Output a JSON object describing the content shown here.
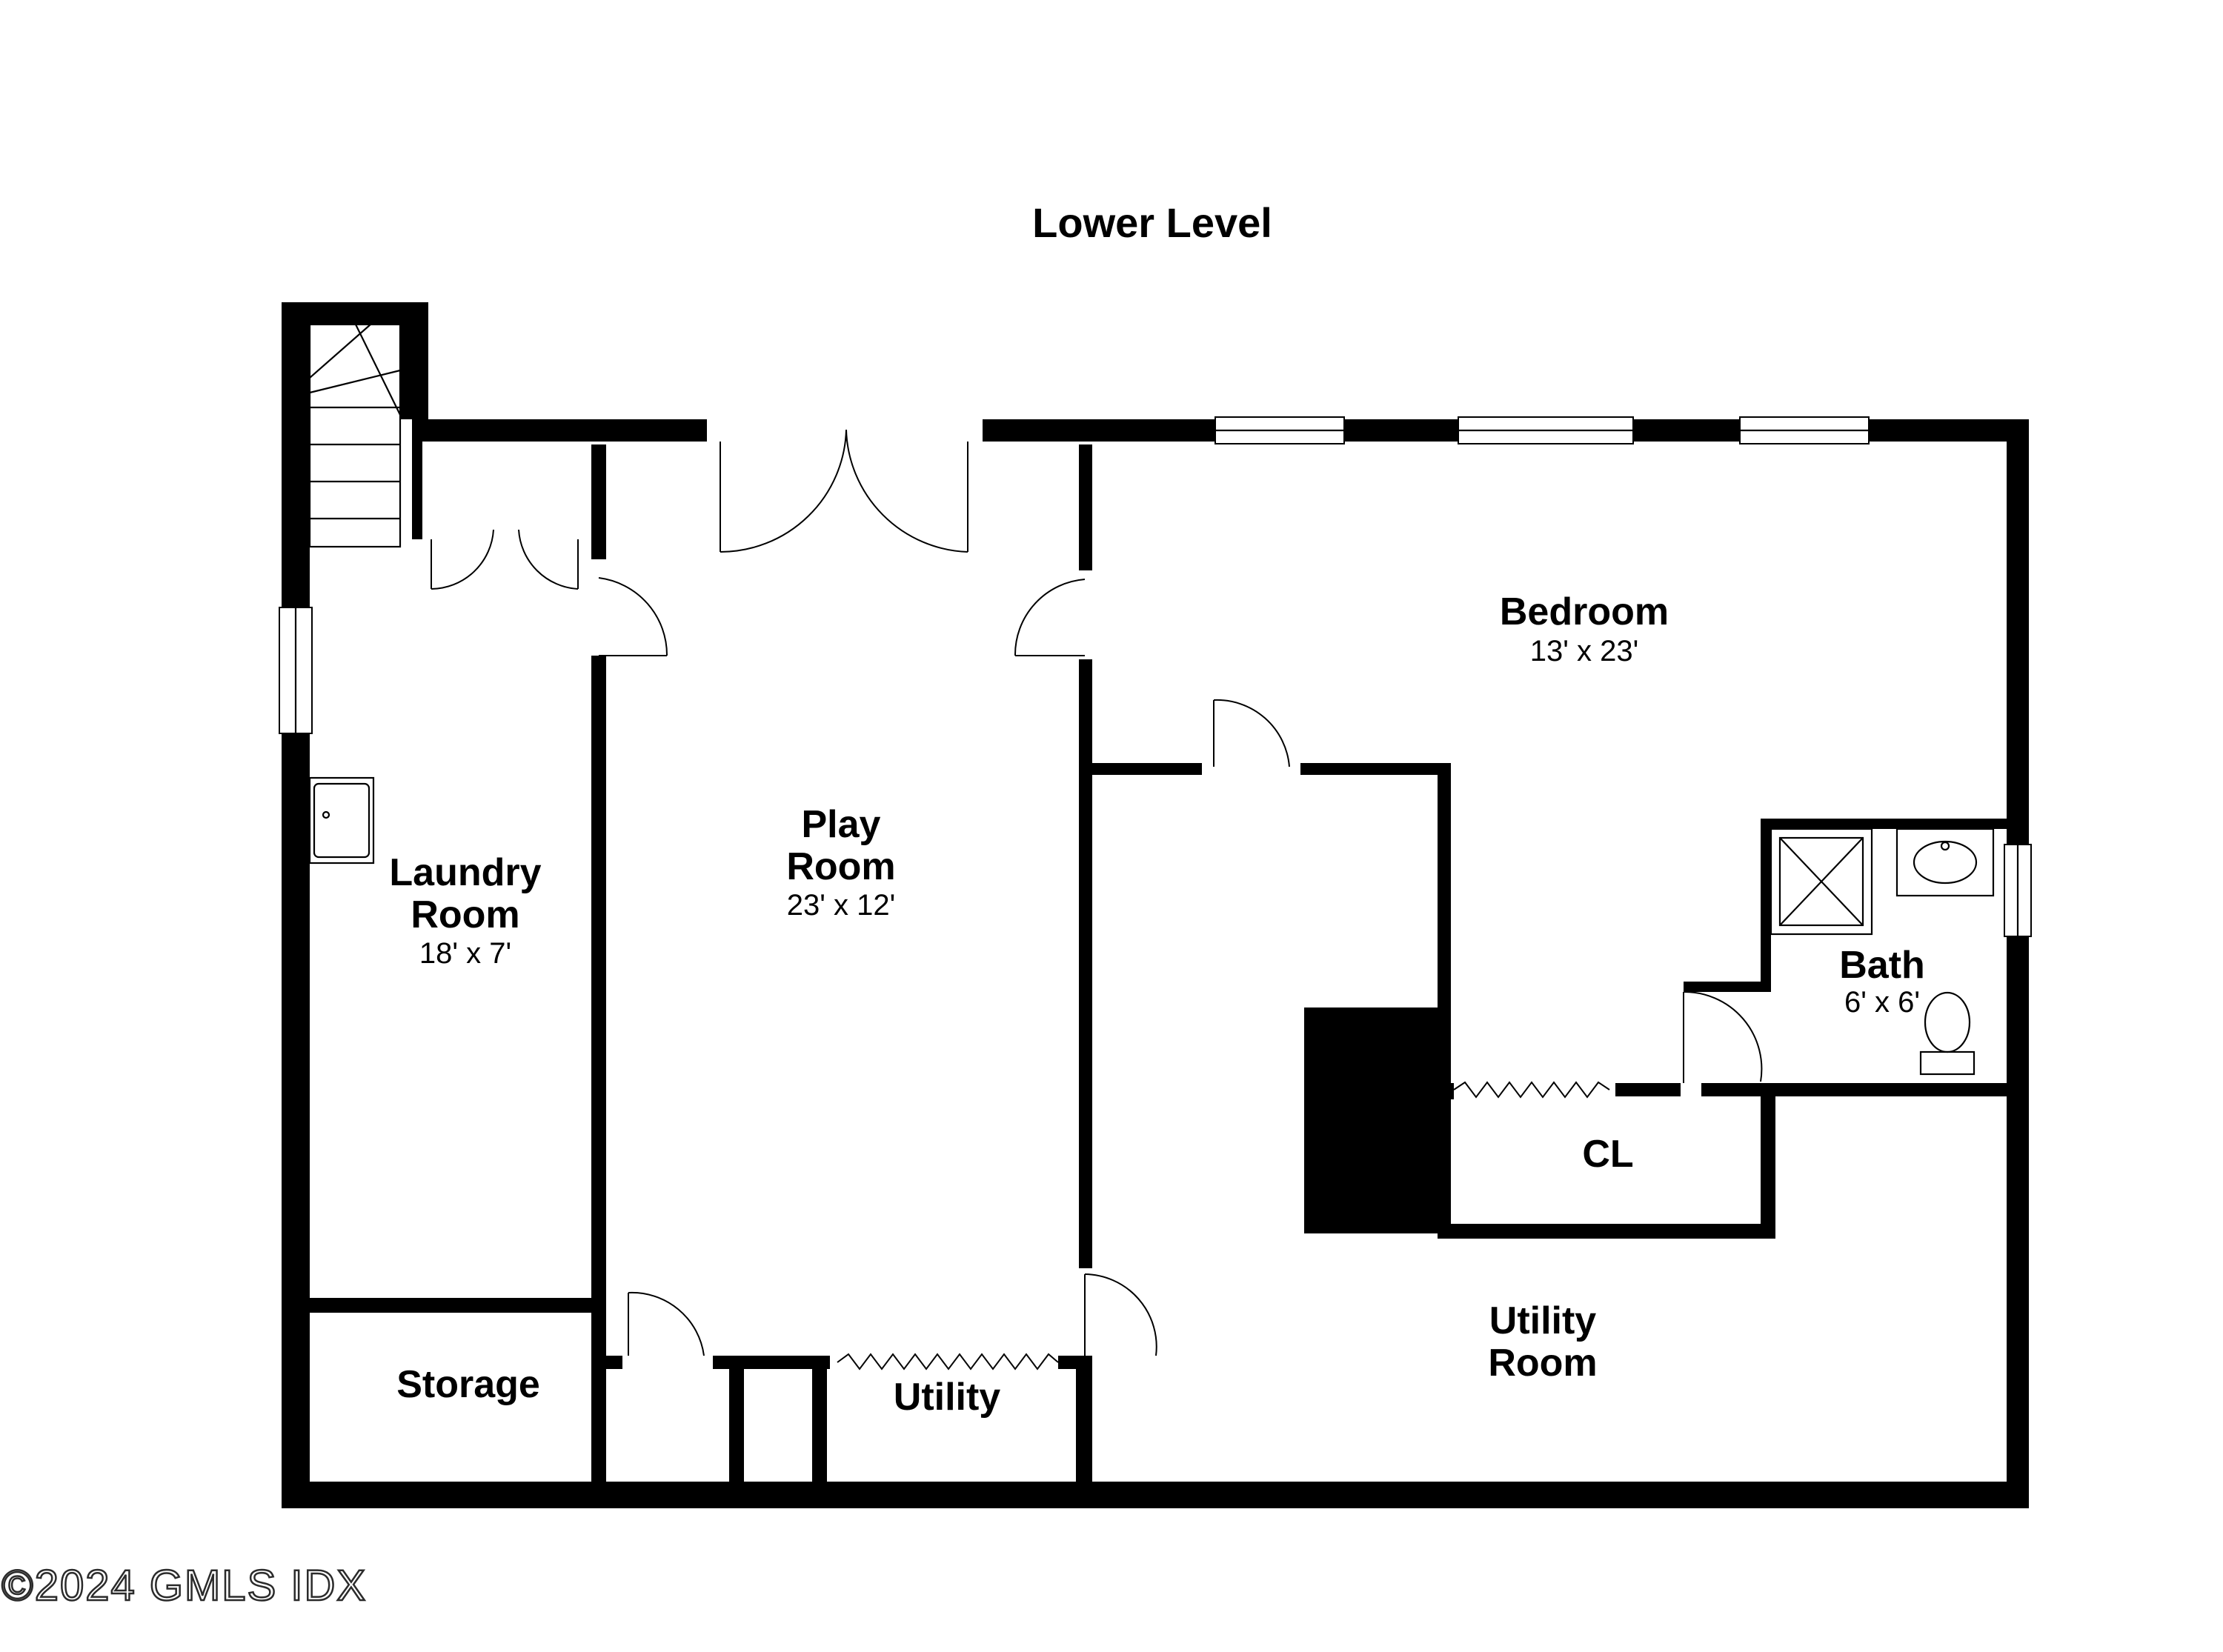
{
  "title": "Lower Level",
  "rooms": {
    "laundry": {
      "name_line1": "Laundry",
      "name_line2": "Room",
      "dimensions": "18' x 7'"
    },
    "play": {
      "name_line1": "Play",
      "name_line2": "Room",
      "dimensions": "23' x 12'"
    },
    "bedroom": {
      "name": "Bedroom",
      "dimensions": "13' x 23'"
    },
    "bath": {
      "name": "Bath",
      "dimensions": "6' x 6'"
    },
    "closet": {
      "name": "CL"
    },
    "storage": {
      "name": "Storage"
    },
    "utility": {
      "name": "Utility"
    },
    "utility_room": {
      "name_line1": "Utility",
      "name_line2": "Room"
    }
  },
  "watermark": "©2024 GMLS IDX"
}
